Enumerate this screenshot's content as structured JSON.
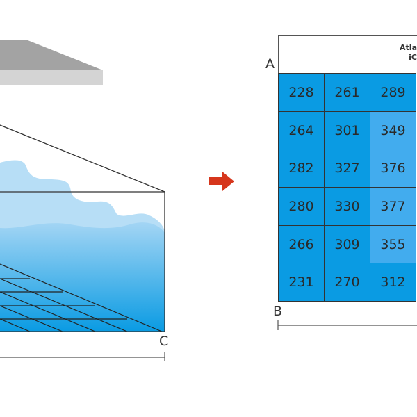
{
  "labels": {
    "a": "A",
    "b": "B",
    "c": "C"
  },
  "header": {
    "line1": "Atla",
    "line2": "iC"
  },
  "grid": {
    "rows": [
      [
        "228",
        "261",
        "289",
        ""
      ],
      [
        "264",
        "301",
        "349",
        ""
      ],
      [
        "282",
        "327",
        "376",
        ""
      ],
      [
        "280",
        "330",
        "377",
        ""
      ],
      [
        "266",
        "309",
        "355",
        ""
      ],
      [
        "231",
        "270",
        "312",
        ""
      ]
    ],
    "highlighted": [
      [
        1,
        2
      ],
      [
        2,
        2
      ],
      [
        3,
        2
      ],
      [
        4,
        2
      ]
    ]
  },
  "colors": {
    "water": "#0a9be3",
    "highlight": "#42acee",
    "arrow": "#d6361c"
  }
}
